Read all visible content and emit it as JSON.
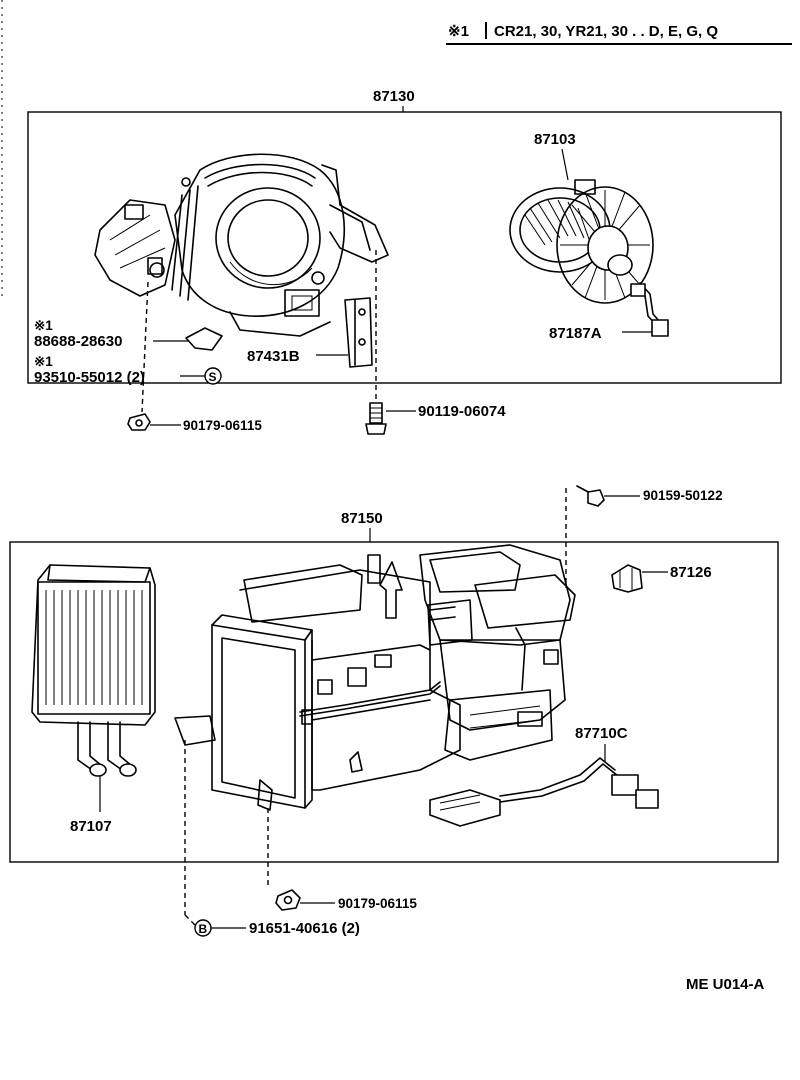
{
  "header": {
    "note_mark": "※1",
    "models": "CR21, 30, YR21, 30 . . D, E, G, Q"
  },
  "labels": {
    "assy_top": "87130",
    "motor": "87103",
    "harness": "87187A",
    "note_a": "※1",
    "part_a": "88688-28630",
    "note_b": "※1",
    "part_b": "93510-55012 (2)",
    "part_b_symbol": "S",
    "bracket": "87431B",
    "screw_top_left": "90179-06115",
    "screw_top_right": "90119-06074",
    "screw_mid": "90159-50122",
    "assy_bottom": "87150",
    "clip": "87126",
    "resistor": "87710C",
    "core": "87107",
    "screw_bottom": "90179-06115",
    "clip_bottom": "91651-40616 (2)",
    "clip_bottom_symbol": "B",
    "ref_code": "ME U014-A"
  }
}
